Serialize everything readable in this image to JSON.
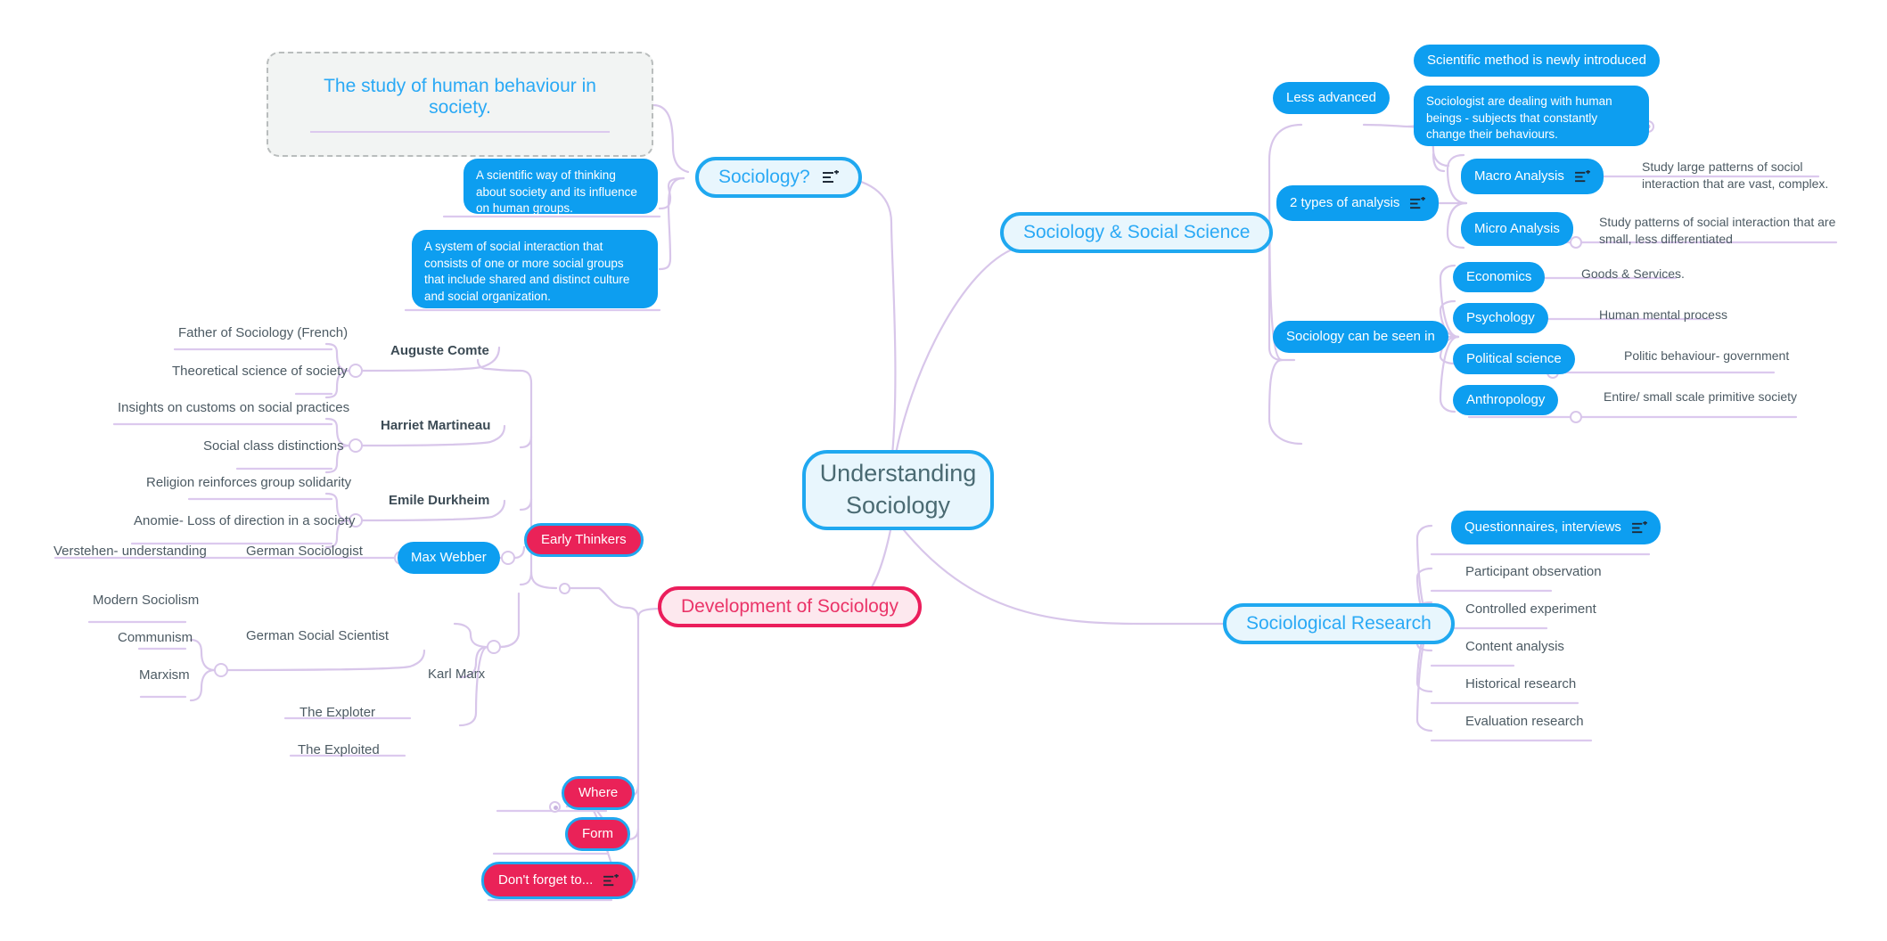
{
  "root": {
    "label": "Understanding\nSociology"
  },
  "colors": {
    "blue_solid": "#0d9ef0",
    "blue_accent": "#1fa8f0",
    "blue_text": "#2aa9f5",
    "pink_solid": "#ea2258",
    "pink_accent": "#eb1e5c",
    "branch_line": "#d8c6ea",
    "text_gray": "#4c5a63",
    "note_bg": "#f2f4f3"
  },
  "note_card": {
    "text": "The study of human behaviour in society."
  },
  "branches": {
    "sociology_question": {
      "label": "Sociology?",
      "has_note_icon": true,
      "children": [
        {
          "label": "A scientific way of thinking about society and its influence on human groups."
        },
        {
          "label": "A system of social interaction that consists of one or more social groups that include shared and distinct culture and social organization."
        }
      ]
    },
    "sociology_social_science": {
      "label": "Sociology & Social Science",
      "children": [
        {
          "label": "Less advanced",
          "children": [
            {
              "label": "Scientific method is newly introduced"
            },
            {
              "label": "Sociologist are dealing with human beings - subjects that constantly change their behaviours."
            }
          ]
        },
        {
          "label": "2 types of analysis",
          "has_note_icon": true,
          "children": [
            {
              "label": "Macro Analysis",
              "has_note_icon": true,
              "detail": "Study large patterns of sociol interaction that are vast, complex."
            },
            {
              "label": "Micro Analysis",
              "detail": "Study patterns of social interaction that are small, less differentiated"
            }
          ]
        },
        {
          "label": "Sociology can be seen in",
          "children": [
            {
              "label": "Economics",
              "detail": "Goods & Services."
            },
            {
              "label": "Psychology",
              "detail": "Human mental process"
            },
            {
              "label": "Political science",
              "detail": "Politic behaviour- government"
            },
            {
              "label": "Anthropology",
              "detail": "Entire/ small scale primitive society"
            }
          ]
        }
      ]
    },
    "sociological_research": {
      "label": "Sociological Research",
      "children": [
        {
          "label": "Questionnaires, interviews",
          "style": "blue",
          "has_note_icon": true
        },
        {
          "label": "Participant observation",
          "style": "text"
        },
        {
          "label": "Controlled experiment",
          "style": "text"
        },
        {
          "label": "Content analysis",
          "style": "text"
        },
        {
          "label": "Historical research",
          "style": "text"
        },
        {
          "label": "Evaluation research",
          "style": "text"
        }
      ]
    },
    "development_of_sociology": {
      "label": "Development of Sociology",
      "children": [
        {
          "label": "Early Thinkers",
          "thinkers": [
            {
              "name": "Auguste Comte",
              "points": [
                "Father of Sociology (French)",
                "Theoretical science of society"
              ]
            },
            {
              "name": "Harriet Martineau",
              "points": [
                "Insights on customs on social practices",
                "Social class distinctions"
              ]
            },
            {
              "name": "Emile Durkheim",
              "points": [
                "Religion reinforces group solidarity",
                "Anomie- Loss of direction in a society"
              ]
            },
            {
              "name": "Max Webber",
              "style": "blue",
              "points": [
                "German Sociologist",
                "Verstehen- understanding"
              ]
            },
            {
              "name": "Karl Marx",
              "points": [
                "German Social Scientist",
                "Modern Sociolism",
                "Communism",
                "Marxism",
                "The Exploter",
                "The Exploited"
              ]
            }
          ]
        },
        {
          "label": "Where",
          "style": "pink"
        },
        {
          "label": "Form",
          "style": "pink"
        },
        {
          "label": "Don't forget to...",
          "style": "pink",
          "has_note_icon": true
        }
      ]
    }
  },
  "leaves": {
    "comte_1": "Father of Sociology (French)",
    "comte_2": "Theoretical science of society",
    "comte_name": "Auguste Comte",
    "martineau_1": "Insights on customs on social practices",
    "martineau_2": "Social class distinctions",
    "martineau_name": "Harriet Martineau",
    "durkheim_1": "Religion reinforces group solidarity",
    "durkheim_2": "Anomie- Loss of direction in a society",
    "durkheim_name": "Emile Durkheim",
    "webber_name": "Max Webber",
    "webber_1": "German Sociologist",
    "webber_2": "Verstehen- understanding",
    "marx_name": "Karl Marx",
    "marx_1": "German Social Scientist",
    "marx_2": "Modern Sociolism",
    "marx_3": "Communism",
    "marx_4": "Marxism",
    "marx_5": "The Exploter",
    "marx_6": "The Exploited"
  }
}
